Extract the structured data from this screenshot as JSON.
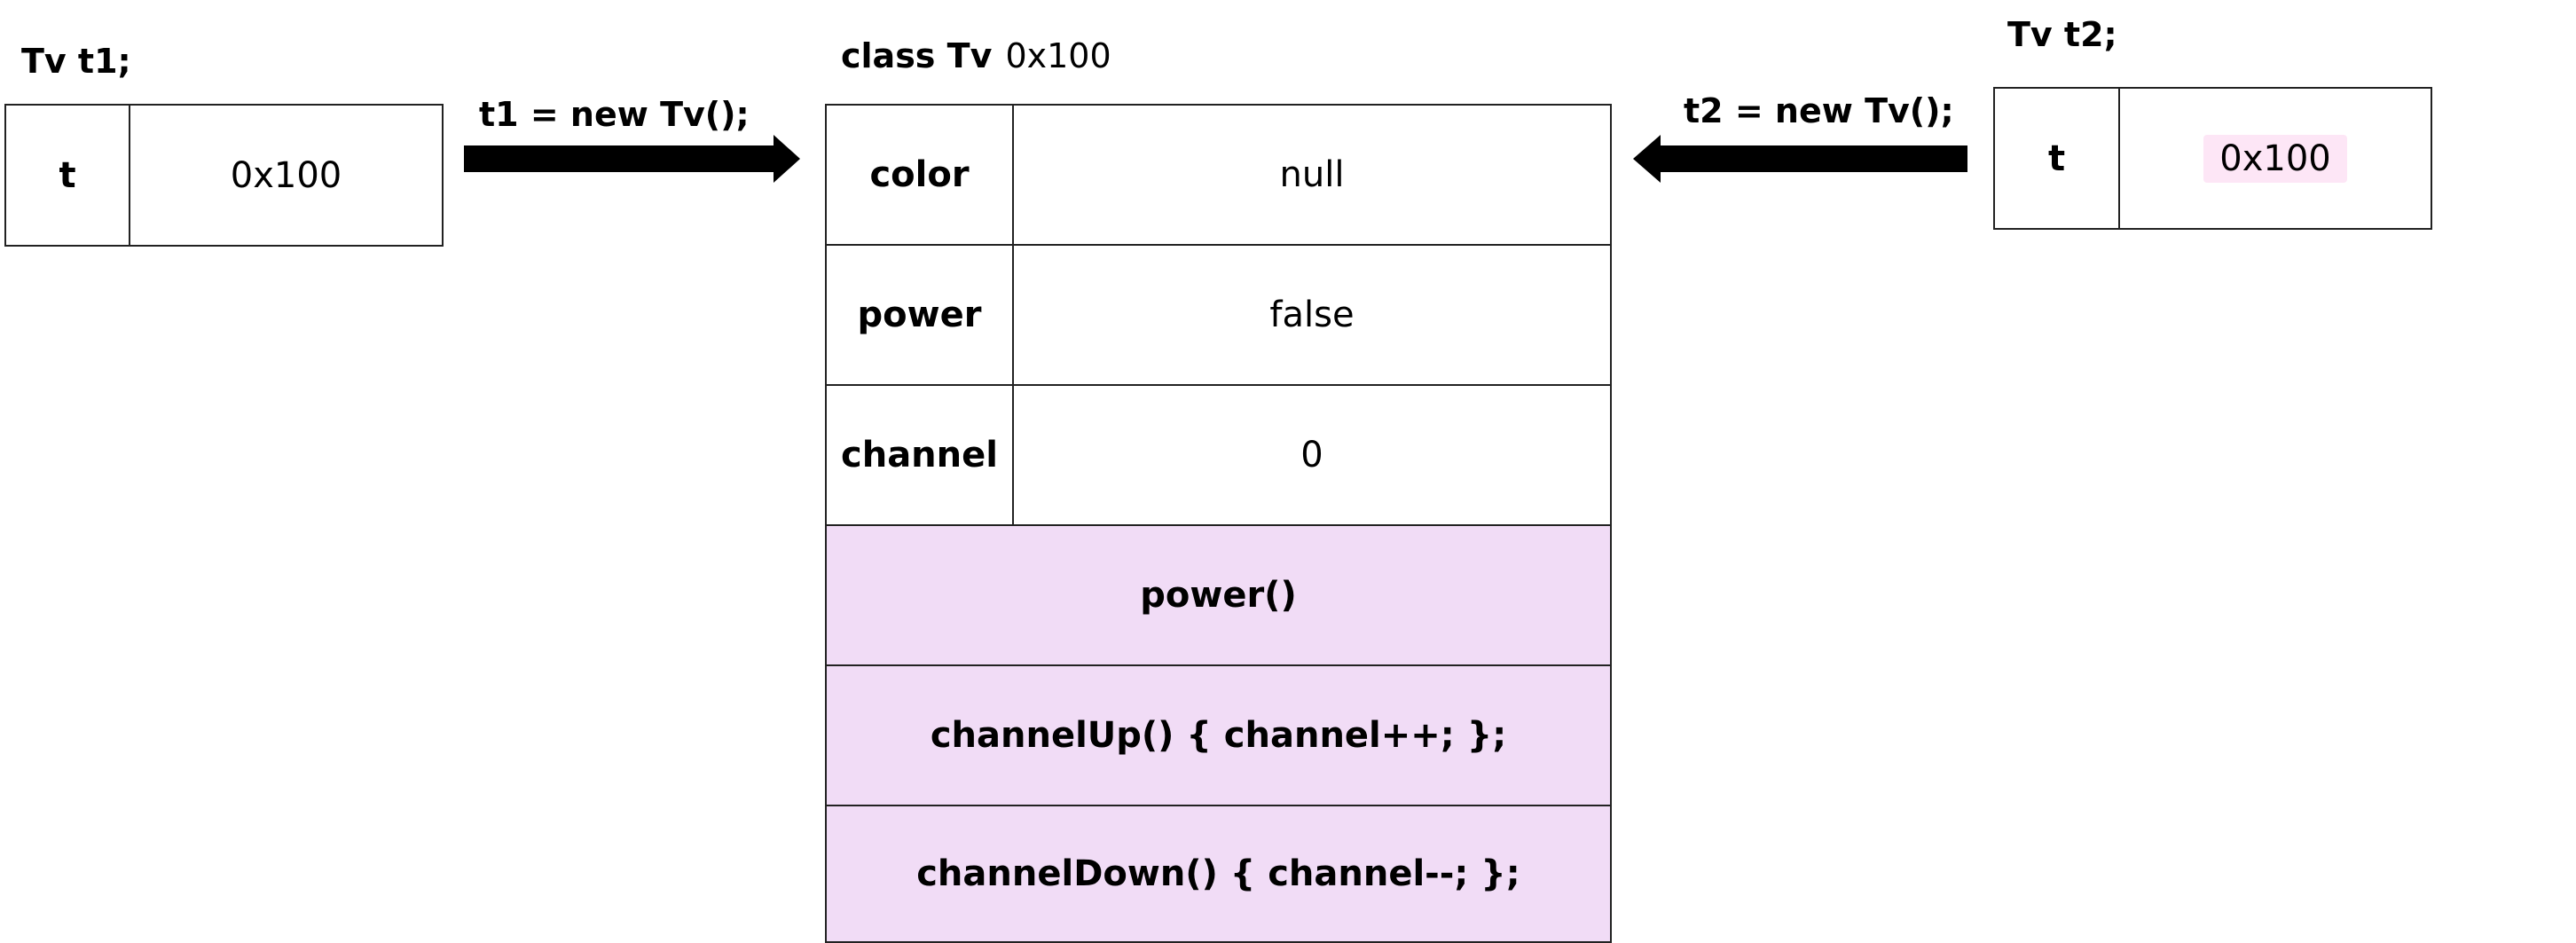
{
  "left_var": {
    "declaration": "Tv t1;",
    "name": "t",
    "value": "0x100",
    "assignment": "t1 = new Tv();"
  },
  "right_var": {
    "declaration": "Tv t2;",
    "name": "t",
    "value": "0x100",
    "assignment": "t2 = new Tv();"
  },
  "object": {
    "title": "class Tv",
    "address": "0x100",
    "fields": [
      {
        "name": "color",
        "value": "null"
      },
      {
        "name": "power",
        "value": "false"
      },
      {
        "name": "channel",
        "value": "0"
      }
    ],
    "methods": [
      "power()",
      "channelUp() { channel++; };",
      "channelDown() { channel--; };"
    ]
  },
  "colors": {
    "method_fill": "#f1dcf6",
    "value_highlight": "#fde6f6",
    "arrow": "#000000"
  }
}
